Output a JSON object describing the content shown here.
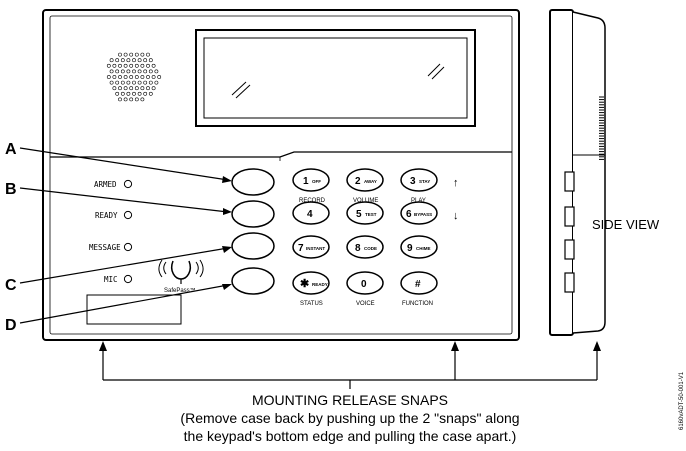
{
  "callouts": {
    "a": "A",
    "b": "B",
    "c": "C",
    "d": "D"
  },
  "indicators": {
    "armed": "ARMED",
    "ready": "READY",
    "message": "MESSAGE",
    "mic": "MIC"
  },
  "brand": "SafePass™",
  "keys": {
    "k1": {
      "digit": "1",
      "sub": "OFF"
    },
    "k2": {
      "digit": "2",
      "sub": "AWAY"
    },
    "k3": {
      "digit": "3",
      "sub": "STAY"
    },
    "k4": {
      "digit": "4",
      "sub": ""
    },
    "k5": {
      "digit": "5",
      "sub": "TEST"
    },
    "k6": {
      "digit": "6",
      "sub": "BYPASS"
    },
    "k7": {
      "digit": "7",
      "sub": "INSTANT"
    },
    "k8": {
      "digit": "8",
      "sub": "CODE"
    },
    "k9": {
      "digit": "9",
      "sub": "CHIME"
    },
    "kstar": {
      "digit": "✱",
      "sub": "READY"
    },
    "k0": {
      "digit": "0",
      "sub": ""
    },
    "khash": {
      "digit": "#",
      "sub": ""
    }
  },
  "row_labels": {
    "record": "RECORD",
    "volume": "VOLUME",
    "play": "PLAY",
    "status": "STATUS",
    "voice": "VOICE",
    "function": "FUNCTION"
  },
  "arrows": {
    "up": "↑",
    "down": "↓"
  },
  "side_view": "SIDE VIEW",
  "caption": {
    "title": "MOUNTING RELEASE SNAPS",
    "line1": "(Remove case back by pushing up the 2 \"snaps\" along",
    "line2": "the keypad's bottom edge and pulling the case apart.)"
  },
  "figure_id": "6160vADT-50-001-V1"
}
